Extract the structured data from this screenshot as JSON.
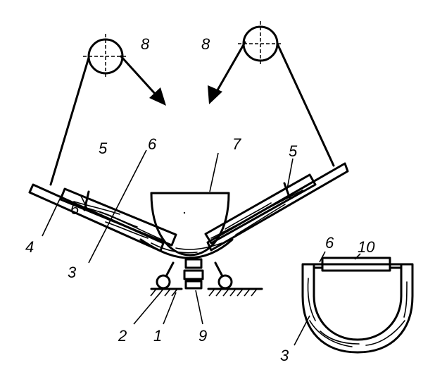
{
  "diagram": {
    "labels": {
      "pulley_left": "8",
      "pulley_right": "8",
      "board_left": "5",
      "band": "6",
      "form": "7",
      "board_right": "5",
      "platen": "4",
      "band_lower": "6",
      "wood_left": "3",
      "roller": "2",
      "base": "1",
      "support": "9",
      "section_band": "6",
      "section_insert": "10",
      "section_wood": "3"
    }
  }
}
